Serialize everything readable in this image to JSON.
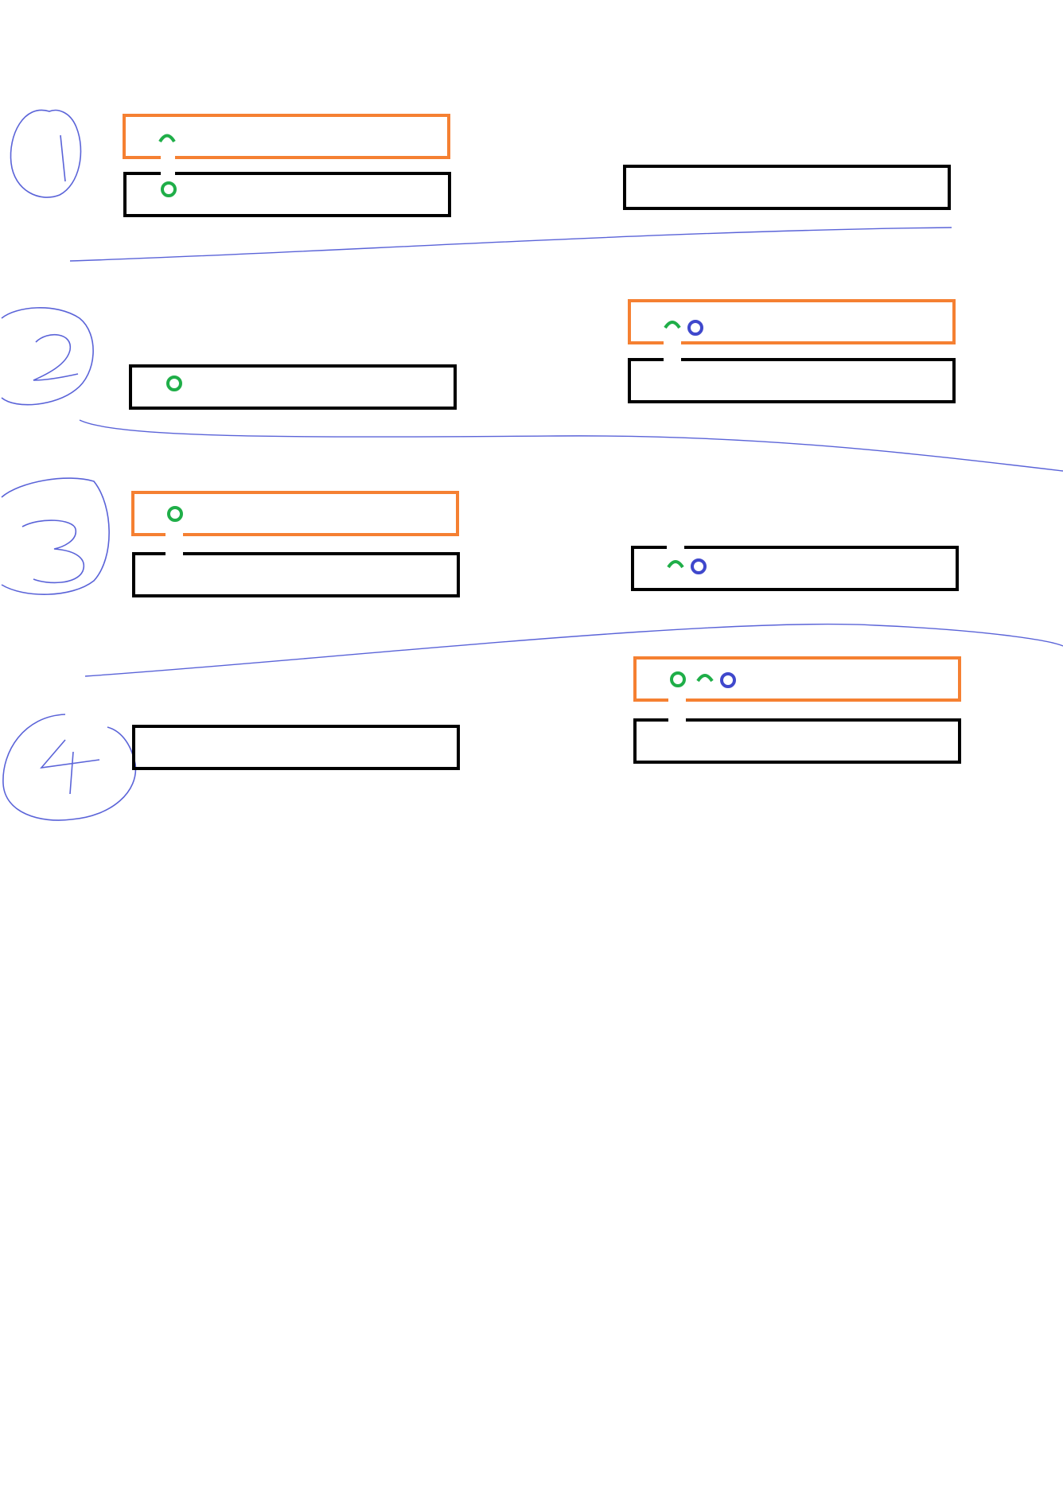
{
  "colors": {
    "background": "#ffffff",
    "orange_box": "#f58032",
    "black_box": "#000000",
    "green_mark": "#1fae48",
    "blue_mark": "#3f48cc",
    "pen_line": "#5a63d8"
  },
  "steps": [
    {
      "number": "1",
      "left": {
        "boxes": [
          "orange",
          "black"
        ],
        "marks": [
          "green-caret",
          "green-circle"
        ],
        "connector": true
      },
      "right": {
        "boxes": [
          "black"
        ],
        "marks": [],
        "connector": false
      }
    },
    {
      "number": "2",
      "left": {
        "boxes": [
          "black"
        ],
        "marks": [
          "green-circle"
        ],
        "connector": false
      },
      "right": {
        "boxes": [
          "orange",
          "black"
        ],
        "marks": [
          "green-caret",
          "blue-circle"
        ],
        "connector": true
      }
    },
    {
      "number": "3",
      "left": {
        "boxes": [
          "orange",
          "black"
        ],
        "marks": [
          "green-circle"
        ],
        "connector": true
      },
      "right": {
        "boxes": [
          "black"
        ],
        "marks": [
          "green-caret",
          "blue-circle"
        ],
        "connector": true
      }
    },
    {
      "number": "4",
      "left": {
        "boxes": [
          "black"
        ],
        "marks": [],
        "connector": false
      },
      "right": {
        "boxes": [
          "orange",
          "black"
        ],
        "marks": [
          "green-circle",
          "green-caret",
          "blue-circle"
        ],
        "connector": true
      }
    }
  ]
}
